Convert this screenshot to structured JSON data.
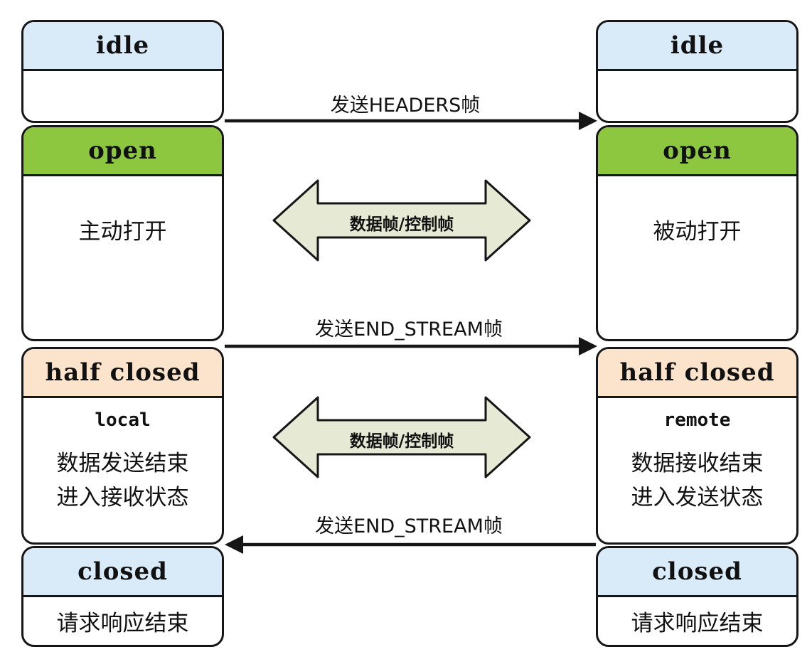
{
  "columns": {
    "left": {
      "idle_title": "idle",
      "open_title": "open",
      "open_body": "主动打开",
      "half_title": "half closed",
      "half_sub": "local",
      "half_line1": "数据发送结束",
      "half_line2": "进入接收状态",
      "closed_title": "closed",
      "closed_body": "请求响应结束"
    },
    "right": {
      "idle_title": "idle",
      "open_title": "open",
      "open_body": "被动打开",
      "half_title": "half closed",
      "half_sub": "remote",
      "half_line1": "数据接收结束",
      "half_line2": "进入发送状态",
      "closed_title": "closed",
      "closed_body": "请求响应结束"
    }
  },
  "arrows": {
    "send_headers": "发送HEADERS帧",
    "send_end_stream_top": "发送END_STREAM帧",
    "send_end_stream_bottom": "发送END_STREAM帧",
    "data_control_top": "数据帧/控制帧",
    "data_control_bottom": "数据帧/控制帧"
  },
  "colors": {
    "idle_header": "#d9ebf9",
    "open_header": "#8dc63f",
    "half_closed_header": "#fbe3cc",
    "closed_header": "#d9ebf9",
    "arrow_fill": "#e6e9d4",
    "line_color": "#161616"
  }
}
